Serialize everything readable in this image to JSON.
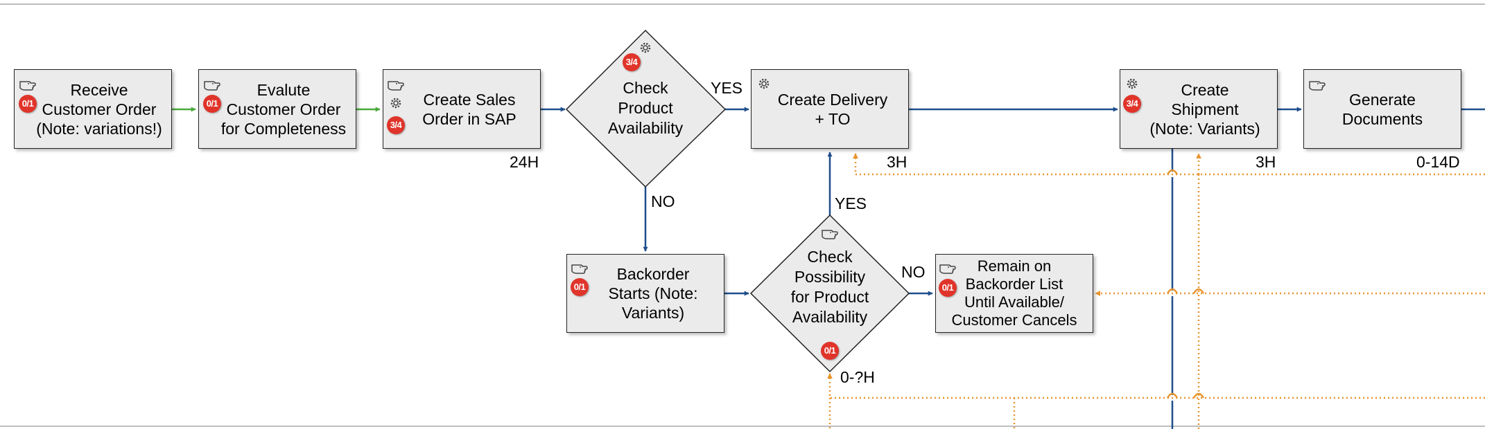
{
  "nodes": {
    "receive": {
      "text": "Receive\nCustomer Order\n(Note: variations!)",
      "badge": "0/1",
      "icon": "hand-pointer-icon"
    },
    "evaluate": {
      "text": "Evalute\nCustomer Order\nfor Completeness",
      "badge": "0/1",
      "icon": "hand-pointer-icon"
    },
    "create_sales": {
      "text": "Create Sales\nOrder in SAP",
      "badge": "3/4",
      "icon": "hand-pointer-icon",
      "icon2": "gear-icon",
      "duration": "24H"
    },
    "check_availability": {
      "text": "Check\nProduct\nAvailability",
      "badge": "3/4",
      "icon": "gear-icon"
    },
    "create_delivery": {
      "text": "Create Delivery\n+ TO",
      "icon": "gear-icon",
      "duration": "3H"
    },
    "create_shipment": {
      "text": "Create\nShipment\n(Note: Variants)",
      "badge": "3/4",
      "icon": "gear-icon",
      "duration": "3H"
    },
    "generate_docs": {
      "text": "Generate\nDocuments",
      "icon": "hand-pointer-icon",
      "duration": "0-14D"
    },
    "backorder": {
      "text": "Backorder\nStarts (Note:\nVariants)",
      "badge": "0/1",
      "icon": "hand-pointer-icon"
    },
    "check_possibility": {
      "text": "Check\nPossibility\nfor Product\nAvailability",
      "badge": "0/1",
      "icon": "hand-pointer-icon",
      "duration": "0-?H"
    },
    "remain_backorder": {
      "text": "Remain on\nBackorder List\nUntil Available/\nCustomer Cancels",
      "badge": "0/1",
      "icon": "hand-pointer-icon"
    }
  },
  "edge_labels": {
    "yes_top": "YES",
    "no_down": "NO",
    "yes_up": "YES",
    "no_right": "NO"
  },
  "colors": {
    "box_fill": "#ebebeb",
    "flow_blue": "#1f4e8c",
    "flow_green": "#4aa83c",
    "feedback_orange": "#e8952f",
    "badge_red": "#e0342a"
  }
}
